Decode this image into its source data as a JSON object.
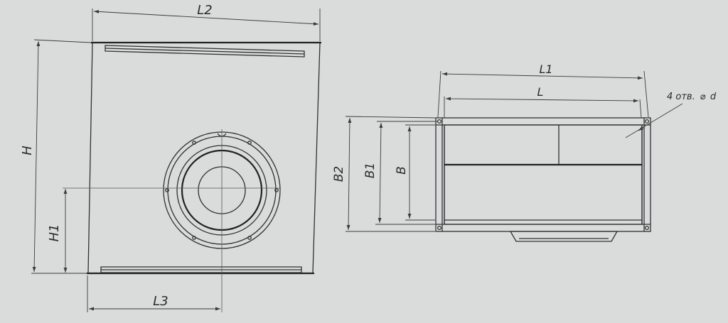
{
  "page": {
    "background": "#d9dcda",
    "line_color": "#2f3133"
  },
  "front_view": {
    "labels": {
      "width_outer": "L2",
      "height": "H",
      "outlet_height": "H1",
      "outlet_offset": "L3"
    }
  },
  "side_view": {
    "labels": {
      "length_outer": "L1",
      "length_inner": "L",
      "width_outer": "B2",
      "width_mid": "B1",
      "width_inner": "B"
    },
    "hole_note": {
      "text": "4 отв.",
      "symbol": "⌀",
      "variable": "d"
    }
  }
}
